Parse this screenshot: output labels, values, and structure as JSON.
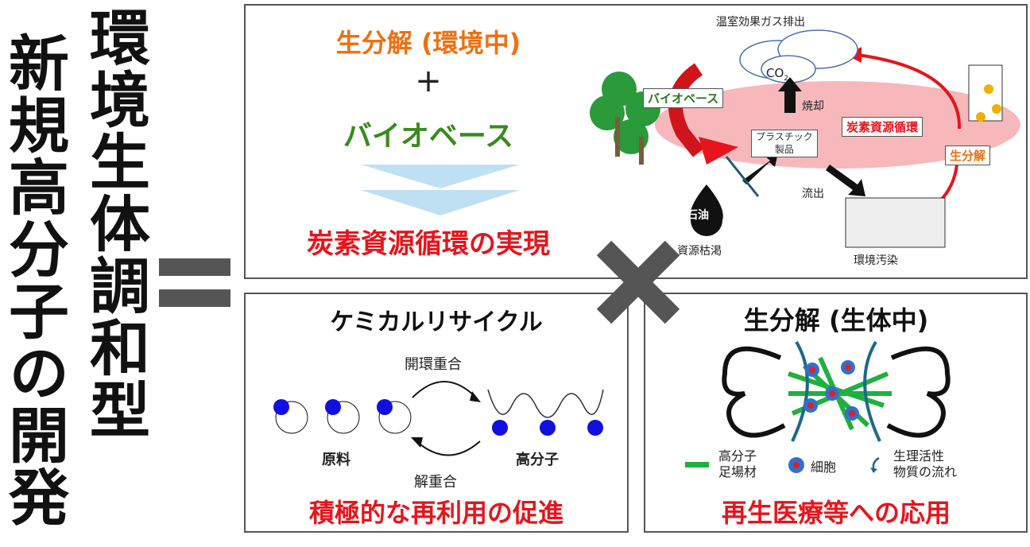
{
  "title": {
    "line1": "環境生体調和型",
    "line2": "新規高分子の開発"
  },
  "top": {
    "biodeg_env": "生分解 (環境中)",
    "plus": "+",
    "biobase": "バイオベース",
    "result": "炭素資源循環の実現",
    "diagram": {
      "ghg": "温室効果ガス排出",
      "co2": "CO",
      "co2_sub": "2",
      "biobase_tag": "バイオベース",
      "incineration": "焼却",
      "product": "プラスチック\n製品",
      "cycle_tag": "炭素資源循環",
      "biodeg_tag": "生分解",
      "outflow": "流出",
      "oil": "石油",
      "depletion": "資源枯渇",
      "pollution": "環境汚染"
    }
  },
  "chem": {
    "title": "ケミカルリサイクル",
    "rop": "開環重合",
    "depoly": "解重合",
    "monomer": "原料",
    "polymer": "高分子",
    "result": "積極的な再利用の促進"
  },
  "bio": {
    "title": "生分解 (生体中)",
    "legend_scaffold": "高分子\n足場材",
    "legend_cell": "細胞",
    "legend_flow": "生理活性\n物質の流れ",
    "result": "再生医療等への応用"
  },
  "colors": {
    "orange": "#f07010",
    "green": "#3a8a20",
    "red": "#e8141c",
    "gray": "#555555"
  }
}
